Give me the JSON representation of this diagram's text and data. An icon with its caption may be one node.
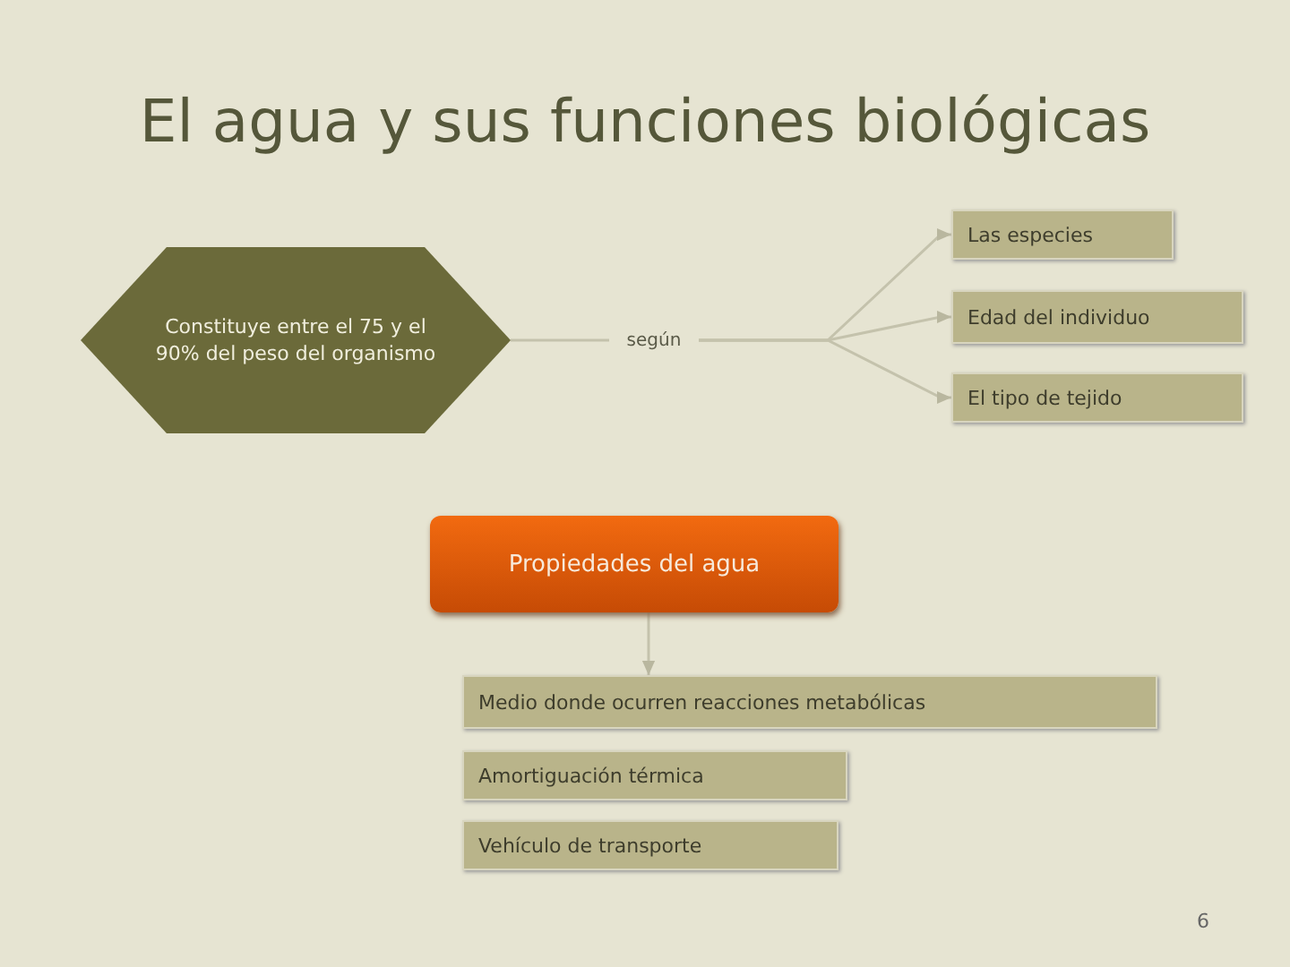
{
  "diagram": {
    "title": "El agua y sus funciones biológicas",
    "nodes": [
      {
        "text": [
          "Constituye entre el 75 y el 90% del peso del organismo"
        ]
      },
      {
        "text": [
          "según"
        ]
      },
      {
        "text": [
          "Las especies"
        ]
      },
      {
        "text": [
          "Edad del individuo"
        ]
      },
      {
        "text": [
          "El tipo de tejido"
        ]
      },
      {
        "text": [
          "Propiedades del agua"
        ]
      },
      {
        "text": [
          "Medio donde ocurren reacciones metabólicas"
        ]
      },
      {
        "text": [
          "Amortiguación térmica"
        ]
      },
      {
        "text": [
          "Vehículo de transporte"
        ]
      }
    ],
    "edges": [
      {
        "from": 0,
        "to": 1,
        "arrow": "none"
      },
      {
        "from": 1,
        "to": 2,
        "arrow": "to"
      },
      {
        "from": 1,
        "to": 3,
        "arrow": "to"
      },
      {
        "from": 1,
        "to": 4,
        "arrow": "to"
      },
      {
        "from": 5,
        "to": 6,
        "arrow": "to"
      }
    ],
    "labels": [
      "6"
    ]
  }
}
